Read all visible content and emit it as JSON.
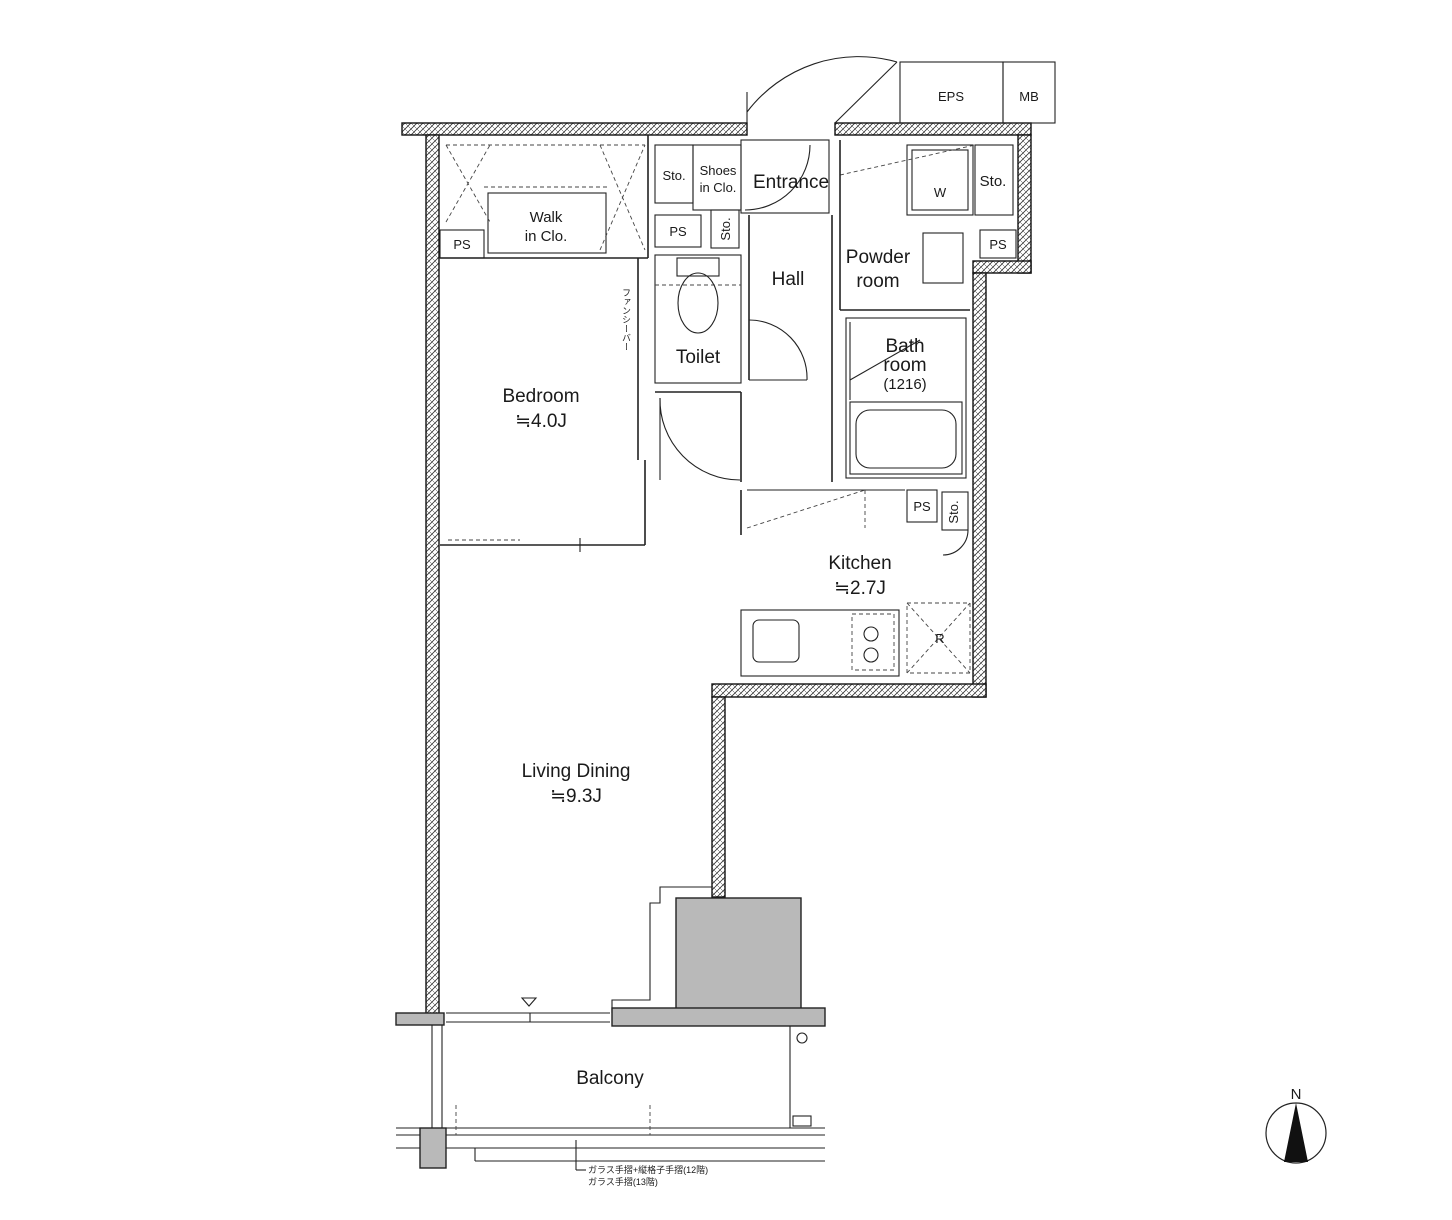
{
  "rooms": {
    "eps": "EPS",
    "mb": "MB",
    "sto_entrance": "Sto.",
    "shoes_line1": "Shoes",
    "shoes_line2": "in Clo.",
    "entrance": "Entrance",
    "w": "W",
    "sto_powder": "Sto.",
    "ps_walkin": "PS",
    "walkin_line1": "Walk",
    "walkin_line2": "in Clo.",
    "ps_toilet": "PS",
    "sto_toilet": "Sto.",
    "ps_powder": "PS",
    "hall": "Hall",
    "powder_line1": "Powder",
    "powder_line2": "room",
    "toilet": "Toilet",
    "bath_line1": "Bath",
    "bath_line2": "room",
    "bath_size": "(1216)",
    "bedroom_name": "Bedroom",
    "bedroom_size": "≒4.0J",
    "ps_kitchen": "PS",
    "sto_kitchen": "Sto.",
    "kitchen_name": "Kitchen",
    "kitchen_size": "≒2.7J",
    "fridge": "R",
    "living_name": "Living Dining",
    "living_size": "≒9.3J",
    "balcony": "Balcony"
  },
  "notes": {
    "fancy_louver": "ファンシーバー",
    "railing_line1": "ガラス手摺+縦格子手摺(12階)",
    "railing_line2": "ガラス手摺(13階)"
  },
  "compass": {
    "north": "N"
  }
}
